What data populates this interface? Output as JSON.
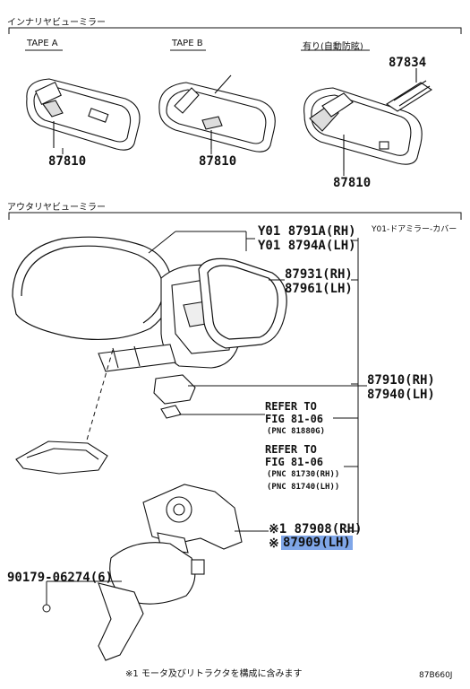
{
  "sections": {
    "interior": "インナリヤビューミラー",
    "exterior": "アウタリヤビューミラー"
  },
  "interior_labels": {
    "tape_a": "TAPE A",
    "tape_b": "TAPE B",
    "auto_dimming": "有り(自動防眩)"
  },
  "interior_parts": {
    "p1": "87810",
    "p2": "87810",
    "p3": "87810",
    "p4": "87834"
  },
  "exterior": {
    "door_mirror_cover_note": "Y01-ドアミラー-カバー",
    "cover_rh": "Y01 8791A(RH)",
    "cover_lh": "Y01 8794A(LH)",
    "glass_rh": "87931(RH)",
    "glass_lh": "87961(LH)",
    "body_rh": "87910(RH)",
    "body_lh": "87940(LH)",
    "ref1_a": "REFER TO",
    "ref1_b": "FIG 81-06",
    "ref1_c": "(PNC 81880G)",
    "ref2_a": "REFER TO",
    "ref2_b": "FIG 81-06",
    "ref2_c": "(PNC 81730(RH))",
    "ref2_d": "(PNC 81740(LH))",
    "motor_rh": "※1 87908(RH)",
    "motor_lh_mark": "※",
    "motor_lh": "87909(LH)",
    "screw": "90179-06274(6)"
  },
  "footer": {
    "note": "※1 モータ及びリトラクタを構成に含みます",
    "code": "87B660J"
  },
  "colors": {
    "highlight": "#7fa6e8",
    "line": "#111111"
  }
}
